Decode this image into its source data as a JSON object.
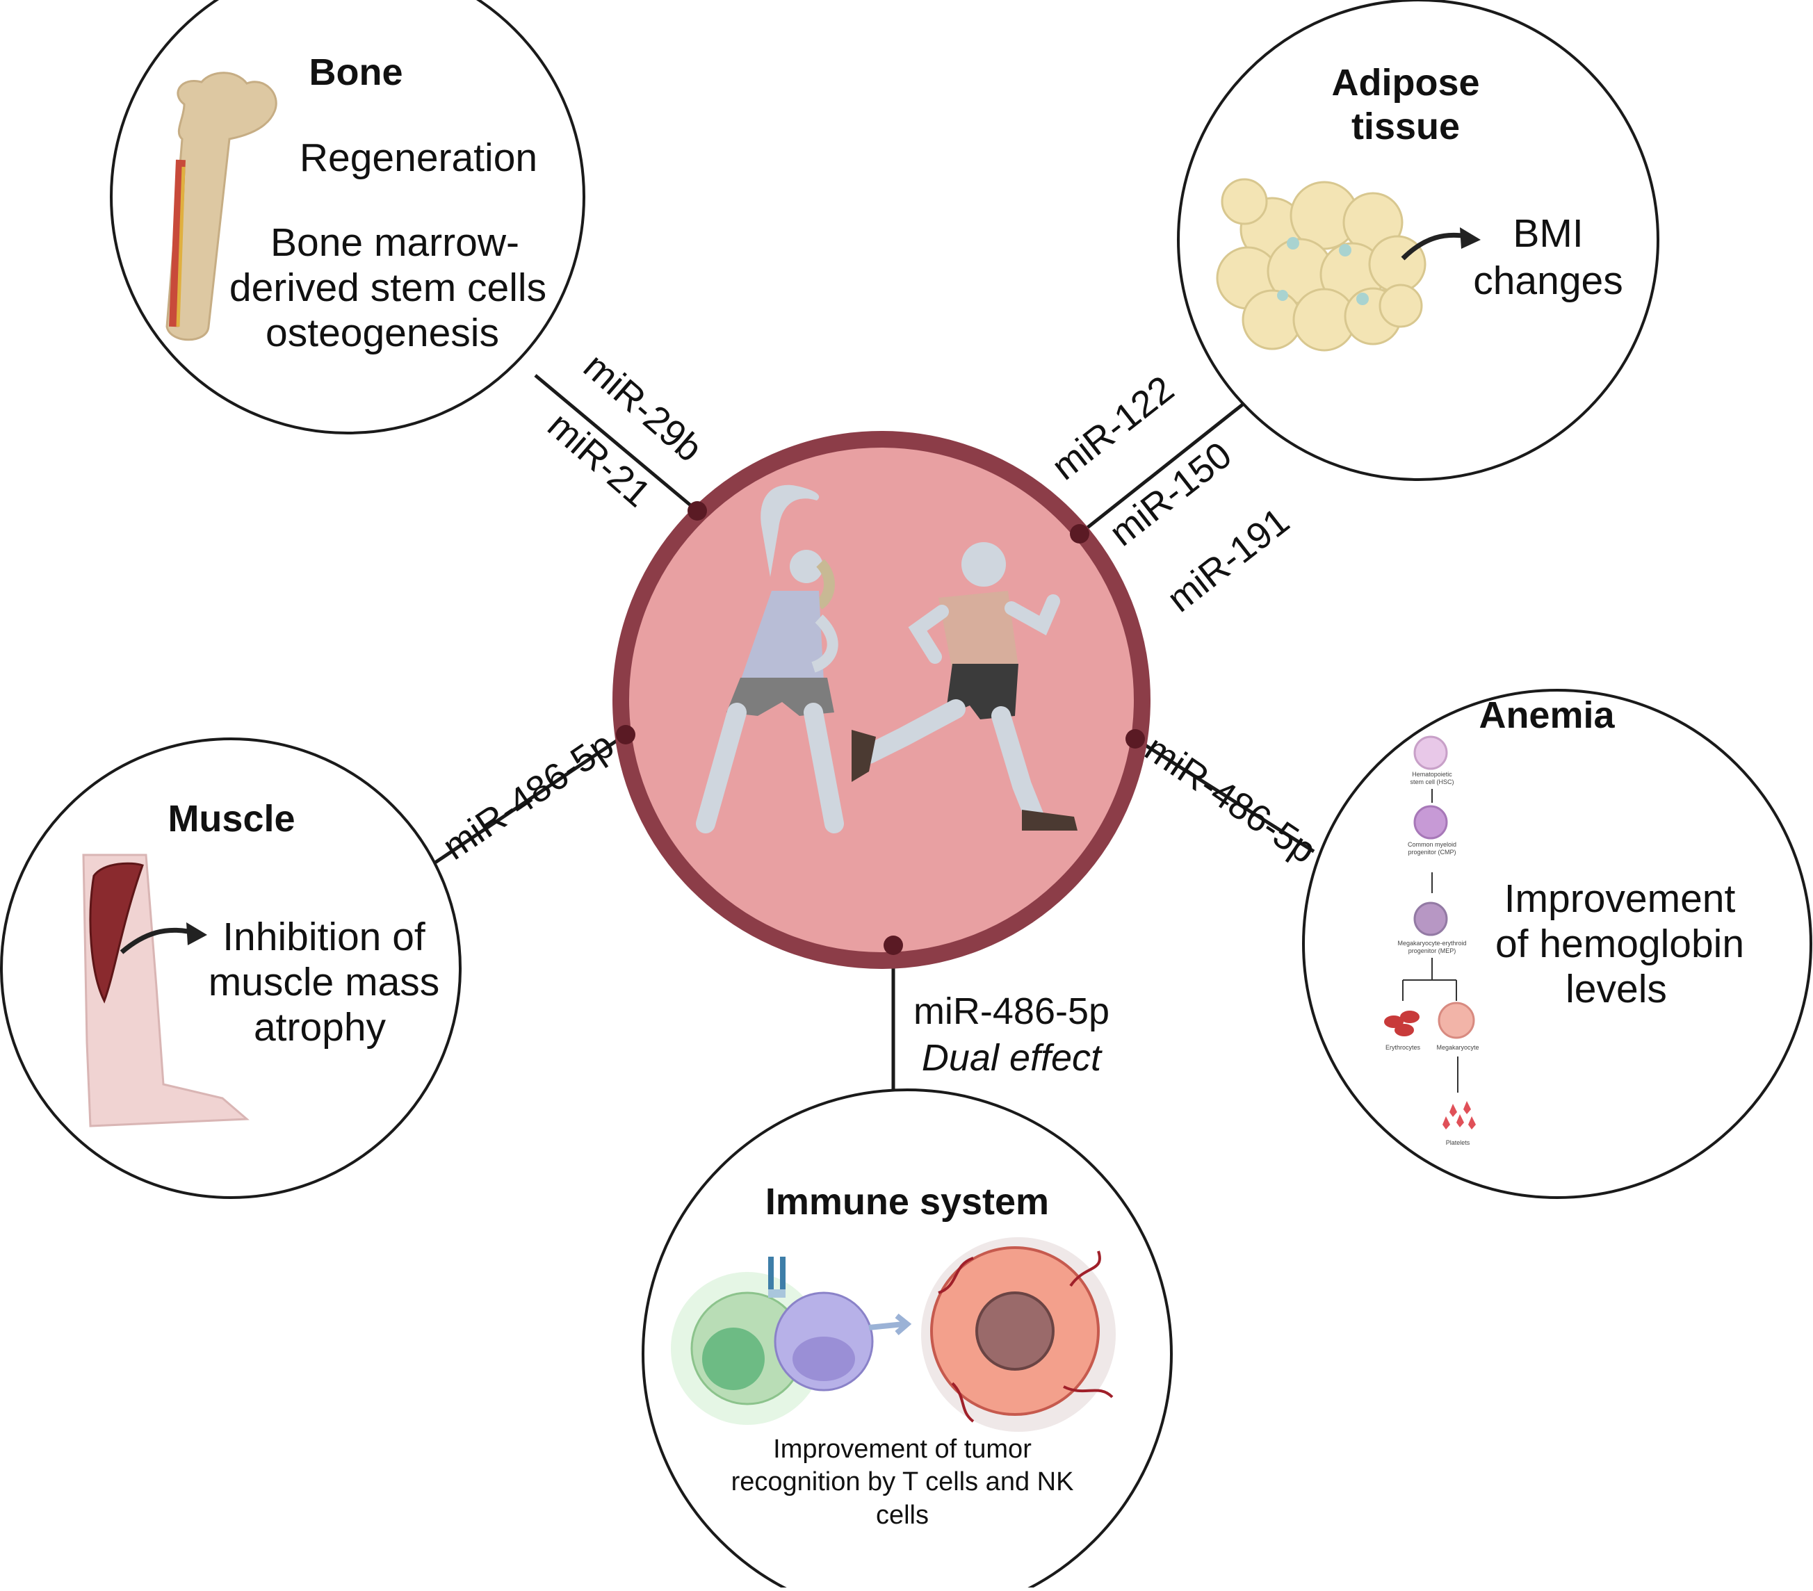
{
  "nodes": {
    "bone": {
      "title": "Bone",
      "lines": [
        "Regeneration",
        "Bone marrow-",
        "derived stem cells",
        "osteogenesis"
      ]
    },
    "adipose": {
      "title_lines": [
        "Adipose",
        "tissue"
      ],
      "lines": [
        "BMI",
        "changes"
      ]
    },
    "muscle": {
      "title": "Muscle",
      "lines": [
        "Inhibition of",
        "muscle mass",
        "atrophy"
      ]
    },
    "anemia": {
      "title": "Anemia",
      "lines": [
        "Improvement",
        "of hemoglobin",
        "levels"
      ],
      "hierarchy": {
        "hsc": [
          "Hematopoietic",
          "stem cell (HSC)"
        ],
        "cmp": [
          "Common myeloid",
          "progenitor (CMP)"
        ],
        "mep": [
          "Megakaryocyte-erythroid",
          "progenitor (MEP)"
        ],
        "erythrocytes": "Erythrocytes",
        "megakaryocyte": "Megakaryocyte",
        "platelets": "Platelets"
      }
    },
    "immune": {
      "title": "Immune system",
      "caption_lines": [
        "Improvement of tumor",
        "recognition by T cells and NK",
        "cells"
      ]
    }
  },
  "mirnas": {
    "bone": [
      "miR-29b",
      "miR-21"
    ],
    "adipose": [
      "miR-122",
      "miR-150",
      "miR-191"
    ],
    "muscle": [
      "miR-486-5p"
    ],
    "anemia": [
      "miR-486-5p"
    ],
    "immune": [
      "miR-486-5p"
    ],
    "immune_note": "Dual effect"
  },
  "colors": {
    "center_fill": "#e8a0a2",
    "center_ring": "#8c3d48",
    "connector": "#1a1a1a",
    "dot": "#5a1a24"
  }
}
